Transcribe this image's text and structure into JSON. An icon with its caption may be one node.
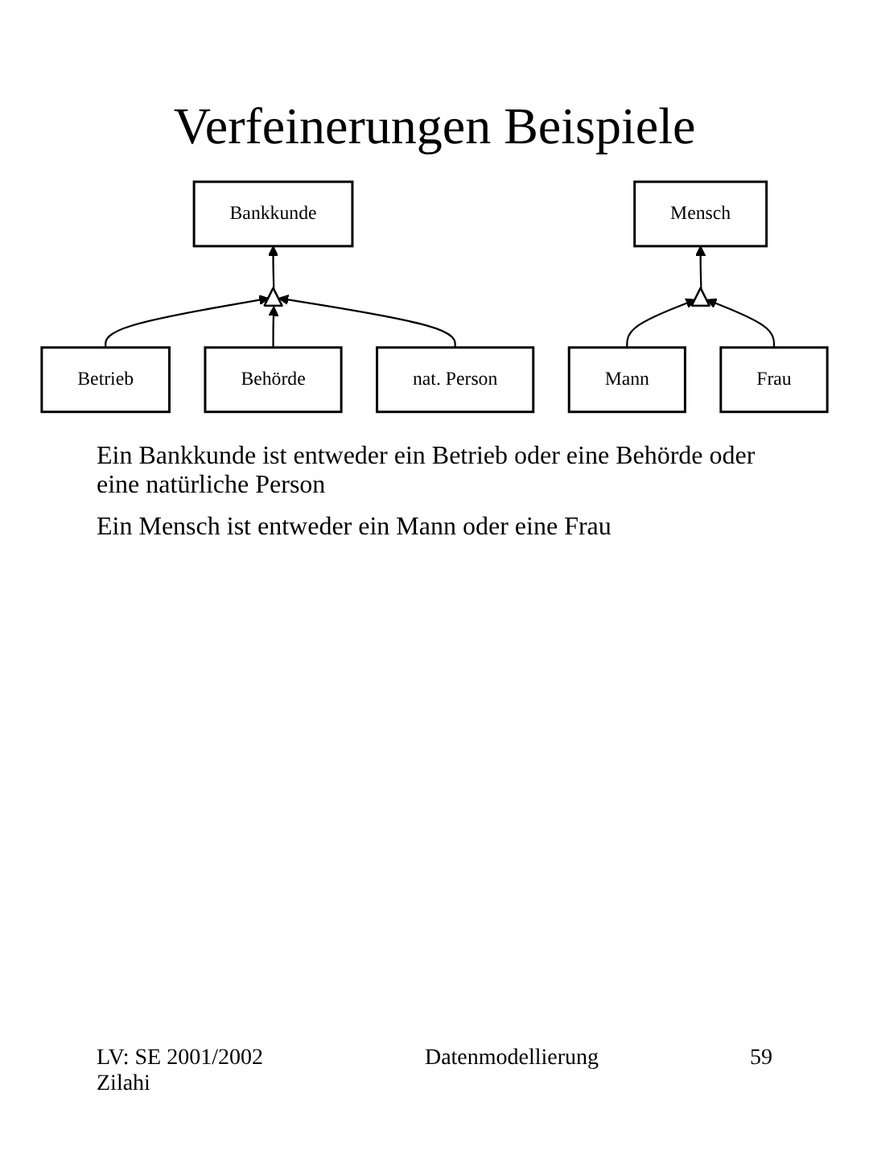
{
  "diagram": {
    "title": "Verfeinerungen Beispiele",
    "nodes": [
      {
        "text": [
          "Bankkunde"
        ]
      },
      {
        "text": [],
        "shape": "triangle"
      },
      {
        "text": [
          "Betrieb"
        ]
      },
      {
        "text": [
          "Behörde"
        ]
      },
      {
        "text": [
          "nat. Person"
        ]
      },
      {
        "text": [
          "Mensch"
        ]
      },
      {
        "text": [],
        "shape": "triangle"
      },
      {
        "text": [
          "Mann"
        ]
      },
      {
        "text": [
          "Frau"
        ]
      }
    ],
    "edges": [
      {
        "from": 1,
        "to": 0,
        "arrow": "to"
      },
      {
        "from": 2,
        "to": 1,
        "arrow": "to"
      },
      {
        "from": 3,
        "to": 1,
        "arrow": "to"
      },
      {
        "from": 4,
        "to": 1,
        "arrow": "to"
      },
      {
        "from": 6,
        "to": 5,
        "arrow": "to"
      },
      {
        "from": 7,
        "to": 6,
        "arrow": "to"
      },
      {
        "from": 8,
        "to": 6,
        "arrow": "to"
      }
    ],
    "labels": [
      "Ein Bankkunde ist entweder ein Betrieb oder eine Behörde oder eine natürliche Person",
      "Ein Mensch ist entweder ein Mann oder eine Frau",
      "LV: SE 2001/2002 Zilahi",
      "Datenmodellierung",
      "59"
    ]
  }
}
